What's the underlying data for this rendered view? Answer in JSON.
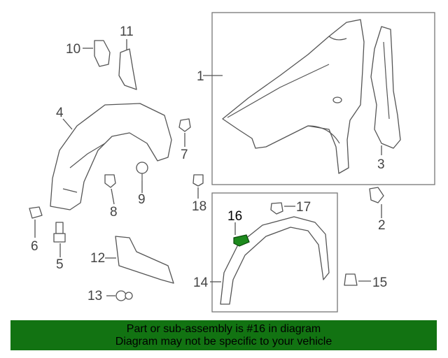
{
  "callouts": [
    {
      "id": "c1",
      "text": "1"
    },
    {
      "id": "c2",
      "text": "2"
    },
    {
      "id": "c3",
      "text": "3"
    },
    {
      "id": "c4",
      "text": "4"
    },
    {
      "id": "c5",
      "text": "5"
    },
    {
      "id": "c6",
      "text": "6"
    },
    {
      "id": "c7",
      "text": "7"
    },
    {
      "id": "c8",
      "text": "8"
    },
    {
      "id": "c9",
      "text": "9"
    },
    {
      "id": "c10",
      "text": "10"
    },
    {
      "id": "c11",
      "text": "11"
    },
    {
      "id": "c12",
      "text": "12"
    },
    {
      "id": "c13",
      "text": "13"
    },
    {
      "id": "c14",
      "text": "14"
    },
    {
      "id": "c15",
      "text": "15"
    },
    {
      "id": "c16",
      "text": "16"
    },
    {
      "id": "c17",
      "text": "17"
    },
    {
      "id": "c18",
      "text": "18"
    }
  ],
  "banner": {
    "line1": "Part or sub-assembly is #16 in diagram",
    "line2": "Diagram may not be specific to your vehicle",
    "color": "#127312"
  },
  "highlight_color": "#1d8a1d"
}
